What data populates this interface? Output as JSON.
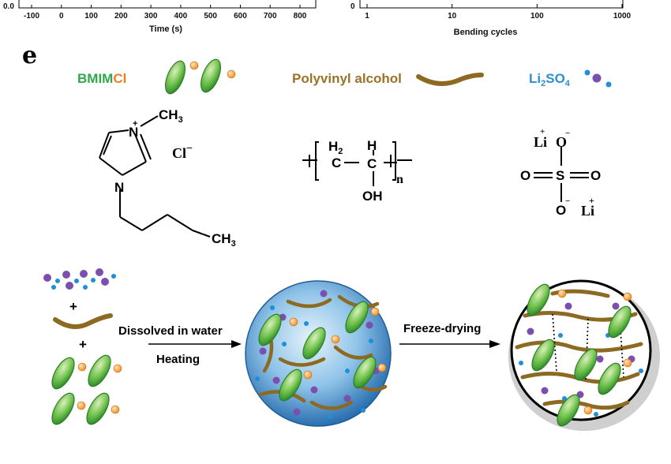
{
  "panel_label": "e",
  "top_left_axis": {
    "ticks": [
      "-100",
      "0",
      "100",
      "200",
      "300",
      "400",
      "500",
      "600",
      "700",
      "800"
    ],
    "ylabel_fragment": "0.0",
    "title": "Time (s)"
  },
  "top_right_axis": {
    "ticks": [
      "1",
      "10",
      "100",
      "1000"
    ],
    "zero_label": "0",
    "title": "Bending cycles"
  },
  "legend": {
    "bmim_part1": "BMIM",
    "bmim_part2": "Cl",
    "pva": "Polyvinyl alcohol",
    "li2so4_a": "Li",
    "li2so4_b": "2",
    "li2so4_c": "SO",
    "li2so4_d": "4",
    "colors": {
      "bmim": "#2ea84a",
      "cl": "#f07f24",
      "pva": "#9b7228",
      "li": "#2b8fd6",
      "so4": "#7e4aa8",
      "green_ellipse": "#5cb845",
      "blue_dot": "#1e8fd8",
      "purple_dot": "#7b4fb0"
    }
  },
  "bmimcl_structure": {
    "ch3_top": "CH",
    "ch3_top_sub": "3",
    "n_plus": "N",
    "plus": "+",
    "n_bottom": "N",
    "ch3_bottom": "CH",
    "ch3_bottom_sub": "3",
    "counter": "Cl",
    "counter_charge": "−"
  },
  "pva_structure": {
    "h2": "H",
    "h2_sub": "2",
    "h": "H",
    "c1": "C",
    "c2": "C",
    "oh": "OH",
    "n": "n"
  },
  "li2so4_structure": {
    "li_top": "Li",
    "o_top": "O",
    "s": "S",
    "o_left": "O",
    "o_right": "O",
    "o_bottom": "O",
    "li_bottom": "Li",
    "plus": "+",
    "minus": "−"
  },
  "process": {
    "plus1": "+",
    "plus2": "+",
    "step1_top": "Dissolved in water",
    "step1_bottom": "Heating",
    "step2": "Freeze-drying"
  }
}
